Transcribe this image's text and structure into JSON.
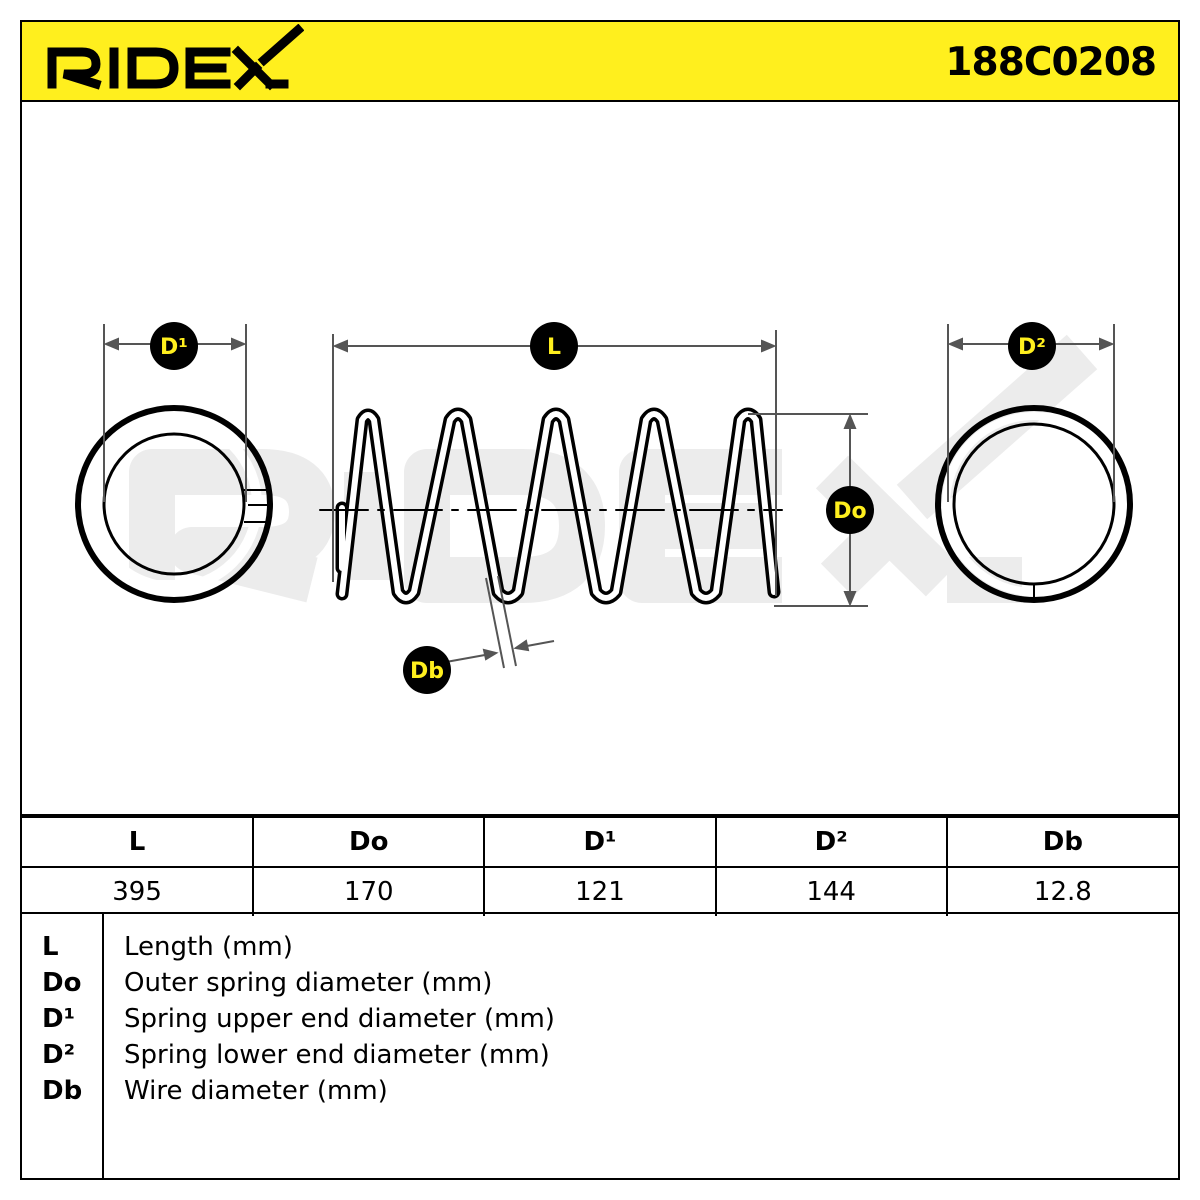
{
  "brand": "RIDEX",
  "part_number": "188C0208",
  "diagram": {
    "labels": {
      "d1": "D¹",
      "l": "L",
      "d2": "D²",
      "do": "Do",
      "db": "Db"
    },
    "watermark": "RIDEX"
  },
  "specs": {
    "headers": [
      "L",
      "Do",
      "D¹",
      "D²",
      "Db"
    ],
    "values": [
      "395",
      "170",
      "121",
      "144",
      "12.8"
    ]
  },
  "legend": [
    {
      "code": "L",
      "desc": "Length (mm)"
    },
    {
      "code": "Do",
      "desc": "Outer spring diameter (mm)"
    },
    {
      "code": "D¹",
      "desc": "Spring upper end diameter (mm)"
    },
    {
      "code": "D²",
      "desc": "Spring lower end diameter (mm)"
    },
    {
      "code": "Db",
      "desc": "Wire diameter (mm)"
    }
  ],
  "colors": {
    "accent": "#ffef1e",
    "ink": "#000000",
    "watermark": "#ececec"
  }
}
